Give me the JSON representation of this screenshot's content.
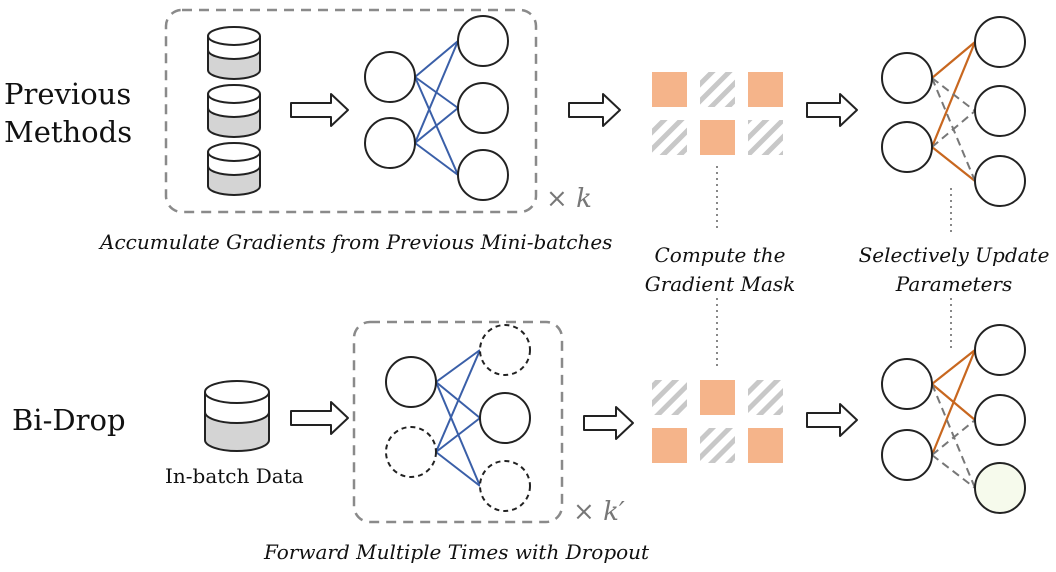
{
  "rows": {
    "previous_line1": "Previous",
    "previous_line2": "Methods",
    "bidrop": "Bi-Drop"
  },
  "captions": {
    "accumulate": "Accumulate Gradients from Previous Mini-batches",
    "compute_line1": "Compute the",
    "compute_line2": "Gradient Mask",
    "update_line1": "Selectively Update",
    "update_line2": "Parameters",
    "forward": "Forward Multiple Times with Dropout",
    "inbatch": "In-batch Data"
  },
  "multipliers": {
    "top_sym": "×",
    "top_var": "k",
    "bottom_sym": "×",
    "bottom_var": "k′"
  },
  "colors": {
    "mask_filled": "#f5b48a",
    "mask_hatch": "#c8c8c8",
    "net_edge": "#3a5fa8",
    "update_edge": "#c8671f",
    "dashed_edge": "#777777",
    "dashed_box": "#8a8a8a",
    "db_fill": "#d4d4d4",
    "dropped_node_fill": "#f6faec"
  },
  "masks": {
    "top": [
      [
        "filled",
        "hatch",
        "filled"
      ],
      [
        "hatch",
        "filled",
        "hatch"
      ]
    ],
    "bottom": [
      [
        "hatch",
        "filled",
        "hatch"
      ],
      [
        "filled",
        "hatch",
        "filled"
      ]
    ]
  }
}
